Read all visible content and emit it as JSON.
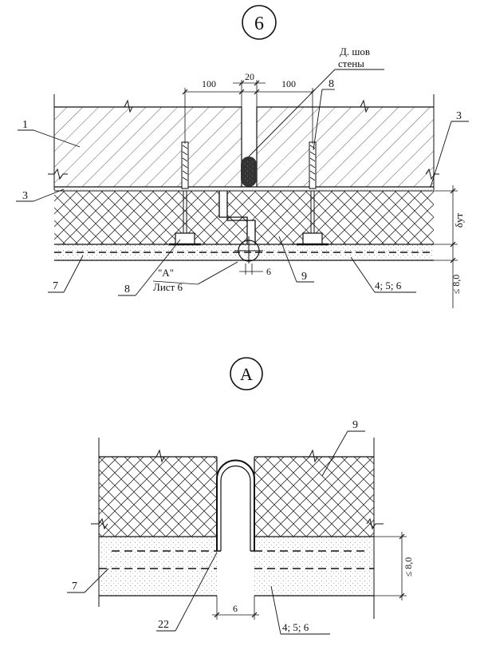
{
  "section_label": "6",
  "detail_label": "A",
  "section": {
    "dim_left": "100",
    "dim_center": "20",
    "dim_right": "100",
    "wall_joint_line1": "Д. шов",
    "wall_joint_line2": "стены",
    "callout_1": "1",
    "callout_3_left": "3",
    "callout_3_right": "3",
    "callout_8_top": "8",
    "callout_8_bottom": "8",
    "callout_7": "7",
    "callout_9": "9",
    "callout_layers": "4; 5; 6",
    "ref_a_line1": "\"А\"",
    "ref_a_line2": "Лист 6",
    "dim_gap": "6",
    "dim_delta": "δут",
    "dim_max": "≤ 8,0"
  },
  "detail": {
    "callout_9": "9",
    "callout_7": "7",
    "callout_22": "22",
    "callout_layers": "4; 5; 6",
    "dim_gap": "6",
    "dim_max": "≤ 8,0"
  }
}
